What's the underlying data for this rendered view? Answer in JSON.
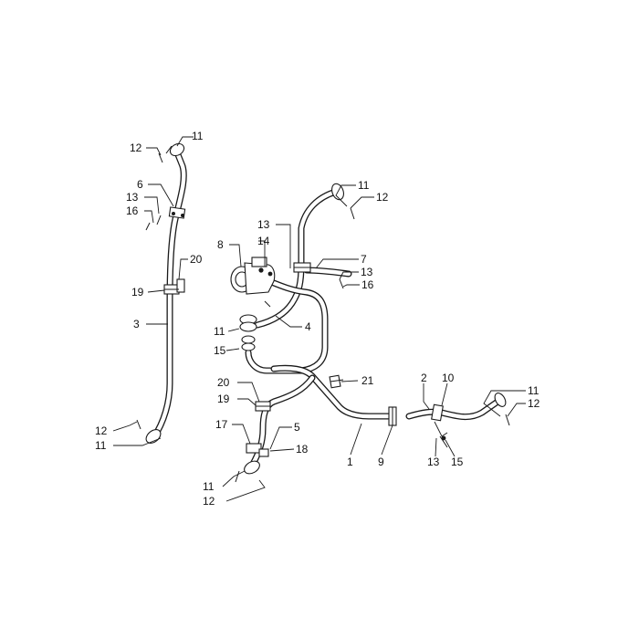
{
  "callouts": [
    {
      "id": "c11a",
      "text": "11"
    },
    {
      "id": "c12a",
      "text": "12"
    },
    {
      "id": "c6",
      "text": "6"
    },
    {
      "id": "c13a",
      "text": "13"
    },
    {
      "id": "c16a",
      "text": "16"
    },
    {
      "id": "c20a",
      "text": "20"
    },
    {
      "id": "c19a",
      "text": "19"
    },
    {
      "id": "c3",
      "text": "3"
    },
    {
      "id": "c12b",
      "text": "12"
    },
    {
      "id": "c11b",
      "text": "11"
    },
    {
      "id": "c11c",
      "text": "11"
    },
    {
      "id": "c12c",
      "text": "12"
    },
    {
      "id": "c13b",
      "text": "13"
    },
    {
      "id": "c8",
      "text": "8"
    },
    {
      "id": "c14",
      "text": "14"
    },
    {
      "id": "c7",
      "text": "7"
    },
    {
      "id": "c13c",
      "text": "13"
    },
    {
      "id": "c16b",
      "text": "16"
    },
    {
      "id": "c11d",
      "text": "11"
    },
    {
      "id": "c4",
      "text": "4"
    },
    {
      "id": "c15a",
      "text": "15"
    },
    {
      "id": "c21",
      "text": "21"
    },
    {
      "id": "c20b",
      "text": "20"
    },
    {
      "id": "c19b",
      "text": "19"
    },
    {
      "id": "c17",
      "text": "17"
    },
    {
      "id": "c5",
      "text": "5"
    },
    {
      "id": "c18",
      "text": "18"
    },
    {
      "id": "c11e",
      "text": "11"
    },
    {
      "id": "c12d",
      "text": "12"
    },
    {
      "id": "c1",
      "text": "1"
    },
    {
      "id": "c9",
      "text": "9"
    },
    {
      "id": "c2",
      "text": "2"
    },
    {
      "id": "c10",
      "text": "10"
    },
    {
      "id": "c11f",
      "text": "11"
    },
    {
      "id": "c12e",
      "text": "12"
    },
    {
      "id": "c13d",
      "text": "13"
    },
    {
      "id": "c15b",
      "text": "15"
    }
  ]
}
